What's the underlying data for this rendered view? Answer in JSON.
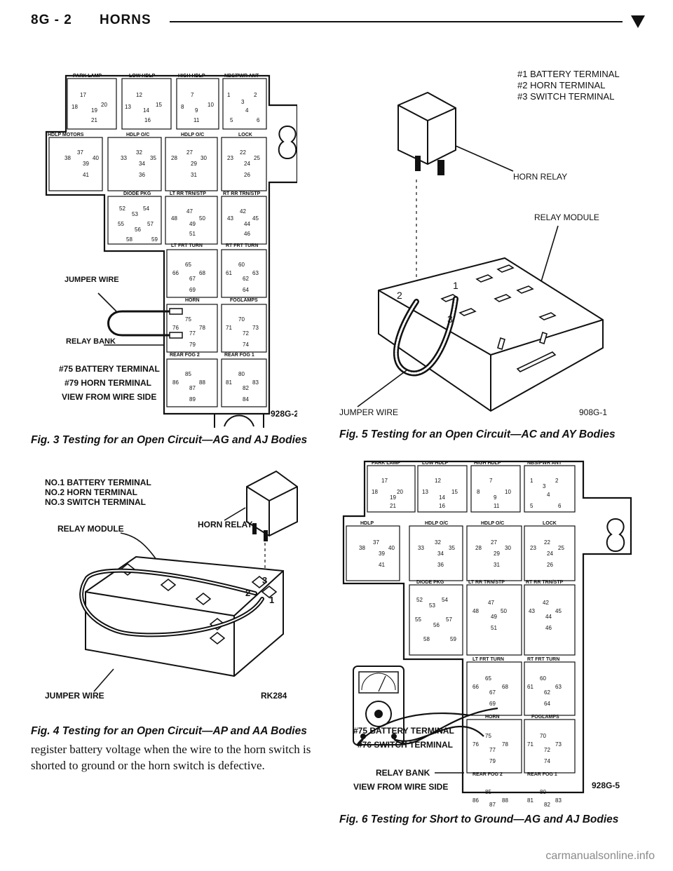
{
  "header": {
    "page_number": "8G - 2",
    "section": "HORNS"
  },
  "fig3": {
    "caption": "Fig. 3 Testing for an Open Circuit—AG and AJ Bodies",
    "code": "928G-2",
    "callouts": [
      "JUMPER WIRE",
      "RELAY BANK",
      "#75 BATTERY TERMINAL",
      "#79 HORN TERMINAL",
      "VIEW FROM WIRE SIDE"
    ]
  },
  "fig4": {
    "caption": "Fig. 4 Testing for an Open Circuit—AP and AA Bodies",
    "code": "RK284",
    "terminals": [
      "NO.1 BATTERY TERMINAL",
      "NO.2 HORN TERMINAL",
      "NO.3 SWITCH TERMINAL"
    ],
    "callouts": [
      "RELAY MODULE",
      "HORN RELAY",
      "JUMPER WIRE"
    ],
    "numbers": [
      "1",
      "2",
      "3"
    ]
  },
  "fig5": {
    "caption": "Fig. 5 Testing for an Open Circuit—AC and AY Bodies",
    "code": "908G-1",
    "terminals": [
      "#1 BATTERY TERMINAL",
      "#2 HORN TERMINAL",
      "#3 SWITCH TERMINAL"
    ],
    "callouts": [
      "HORN RELAY",
      "RELAY MODULE",
      "JUMPER WIRE"
    ],
    "numbers": [
      "1",
      "2",
      "3"
    ]
  },
  "fig6": {
    "caption": "Fig. 6 Testing for Short to Ground—AG and AJ Bodies",
    "code": "928G-5",
    "callouts": [
      "#75 BATTERY TERMINAL",
      "#76 SWITCH TERMINAL",
      "RELAY BANK",
      "VIEW FROM WIRE SIDE"
    ]
  },
  "body": {
    "text": "register battery voltage when the wire to the horn switch is shorted to ground or the horn switch is defective."
  },
  "watermark": "carmanualsonline.info"
}
